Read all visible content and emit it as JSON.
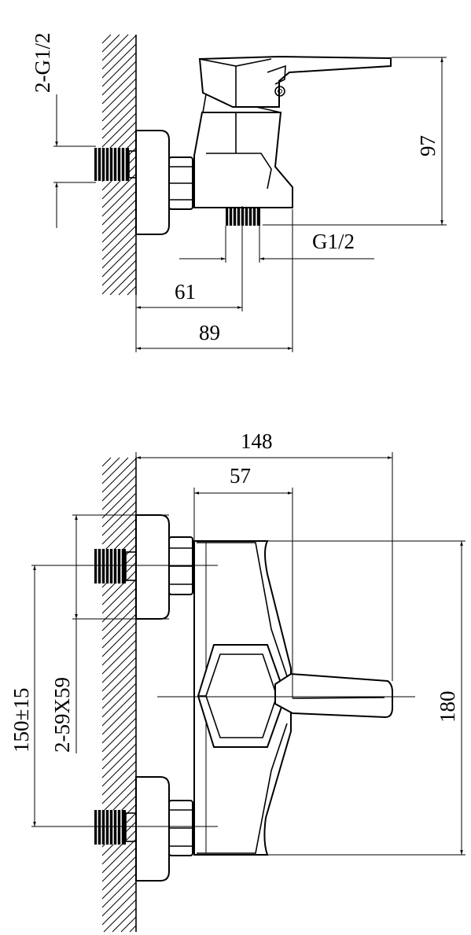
{
  "side_view": {
    "dim_inlet_thread": "2-G1/2",
    "dim_height": "97",
    "dim_outlet_thread": "G1/2",
    "dim_outlet_offset": "61",
    "dim_depth": "89"
  },
  "front_view": {
    "dim_total_width": "148",
    "dim_body_width": "57",
    "dim_height": "180",
    "dim_centers": "150±15",
    "dim_wall_plates": "2-59X59"
  }
}
